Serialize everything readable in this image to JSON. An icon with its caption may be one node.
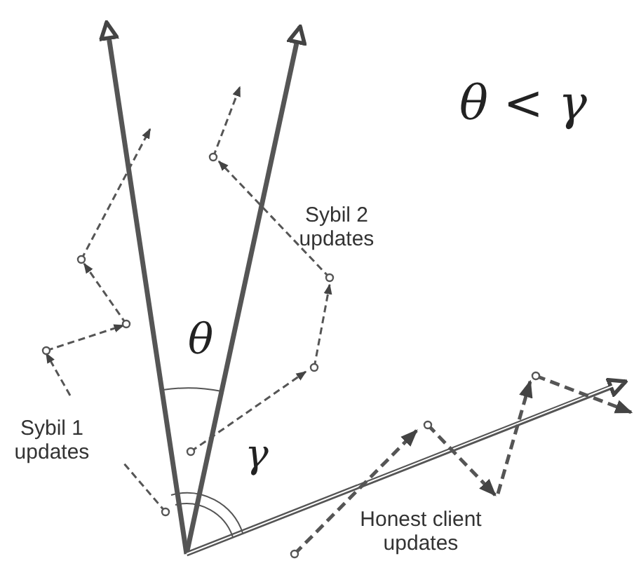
{
  "diagram": {
    "labels": [
      "θ < γ",
      "Sybil 2 updates",
      "θ",
      "Sybil 1 updates",
      "γ",
      "Honest client updates"
    ]
  }
}
